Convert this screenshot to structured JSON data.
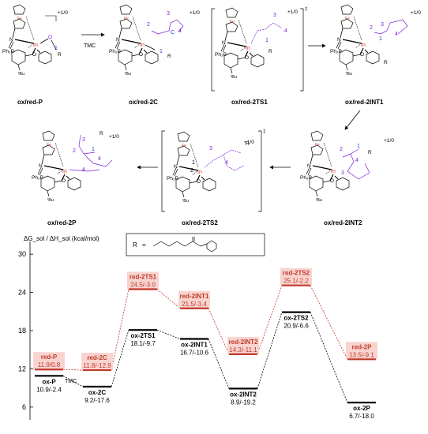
{
  "structures": [
    {
      "id": "ox/red-P",
      "label": "ox/red-P",
      "charge": "+1/0"
    },
    {
      "id": "ox/red-2C",
      "label": "ox/red-2C",
      "charge": "+1/0"
    },
    {
      "id": "ox/red-2TS1",
      "label": "ox/red-2TS1",
      "charge": "+1/0"
    },
    {
      "id": "ox/red-2INT1",
      "label": "ox/red-2INT1",
      "charge": "+1/0"
    },
    {
      "id": "ox/red-2INT2",
      "label": "ox/red-2INT2",
      "charge": "+1/0"
    },
    {
      "id": "ox/red-2TS2",
      "label": "ox/red-2TS2",
      "charge": "+1/0"
    },
    {
      "id": "ox/red-2P",
      "label": "ox/red-2P",
      "charge": "+1/0"
    }
  ],
  "chem_text": {
    "ph2p": "Ph₂P",
    "phph": "Ph₂P",
    "n": "N",
    "in": "In",
    "fe": "Fe",
    "o": "O",
    "r": "R",
    "tbu": "ᵗBu",
    "c": "C",
    "dagger": "‡",
    "tmc": "TMC"
  },
  "atom_numbers": {
    "one": "1",
    "two": "2",
    "three": "3",
    "four": "4"
  },
  "r_definition": {
    "r": "R",
    "eq": "="
  },
  "energy_diagram": {
    "y_axis_label": "ΔG_sol / ΔH_sol (kcal/mol)",
    "y_ticks": [
      "6",
      "12",
      "18",
      "24",
      "30"
    ],
    "ox_points": [
      {
        "label": "ox-P",
        "value": "10.9/-2.4",
        "g": 10.9
      },
      {
        "label": "ox-2C",
        "value": "9.2/-17.6",
        "g": 9.2
      },
      {
        "label": "ox-2TS1",
        "value": "18.1/-9.7",
        "g": 18.1
      },
      {
        "label": "ox-2INT1",
        "value": "16.7/-10.6",
        "g": 16.7
      },
      {
        "label": "ox-2INT2",
        "value": "8.9/-19.2",
        "g": 8.9
      },
      {
        "label": "ox-2TS2",
        "value": "20.9/-6.6",
        "g": 20.9
      },
      {
        "label": "ox-2P",
        "value": "6.7/-18.0",
        "g": 6.7
      }
    ],
    "red_points": [
      {
        "label": "red-P",
        "value": "11.9/0.8",
        "g": 11.9
      },
      {
        "label": "red-2C",
        "value": "11.8/-12.9",
        "g": 11.8
      },
      {
        "label": "red-2TS1",
        "value": "24.5/-3.0",
        "g": 24.5
      },
      {
        "label": "red-2INT1",
        "value": "21.5/-3.4",
        "g": 21.5
      },
      {
        "label": "red-2INT2",
        "value": "14.3/-11.1",
        "g": 14.3
      },
      {
        "label": "red-2TS2",
        "value": "25.1/-2.2",
        "g": 25.1
      },
      {
        "label": "red-2P",
        "value": "13.5/-9.1",
        "g": 13.5
      }
    ],
    "tmc_label": "TMC",
    "y_range": [
      4,
      32
    ]
  },
  "colors": {
    "red": "#c0392b",
    "blue": "#2a3fd6",
    "purple": "#7a1fd6",
    "highlight": "#f8d4cf",
    "black": "#000000"
  }
}
